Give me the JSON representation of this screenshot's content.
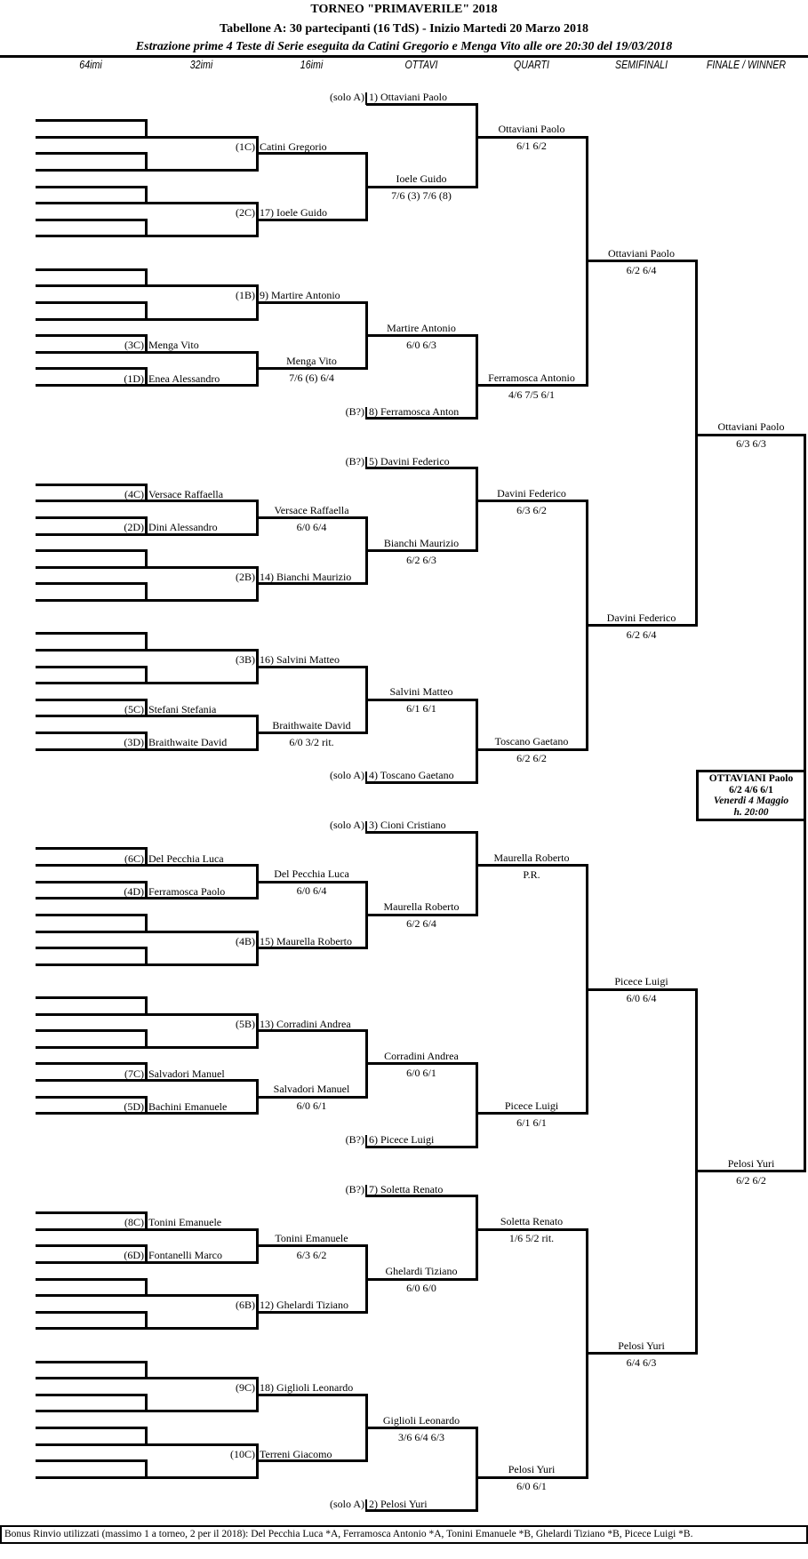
{
  "header": {
    "title": "TORNEO  \"PRIMAVERILE\"  2018",
    "subtitle": "Tabellone A: 30 partecipanti (16 TdS) - Inizio Martedi 20 Marzo 2018",
    "draw_note": "Estrazione prime 4 Teste di Serie eseguita da Catini Gregorio e Menga Vito alle ore 20:30 del 19/03/2018",
    "columns": [
      "64imi",
      "32imi",
      "16imi",
      "OTTAVI",
      "QUARTI",
      "SEMIFINALI",
      "FINALE / WINNER"
    ]
  },
  "quarters": [
    {
      "bye_top": {
        "seed": "(solo A)",
        "name": "1) Ottaviani Paolo"
      },
      "groups": [
        {
          "halves": [
            {
              "type": "full",
              "seed": "(1C)",
              "name": "Catini Gregorio"
            },
            {
              "type": "full",
              "seed": "(2C)",
              "name": "17) Ioele Guido"
            }
          ],
          "result": {
            "name": "Ioele Guido",
            "score": "7/6 (3)  7/6 (8)"
          }
        },
        {
          "halves": [
            {
              "type": "full",
              "seed": "(1B)",
              "name": "9) Martire Antonio"
            },
            {
              "type": "mixed",
              "entries": [
                {
                  "seed": "(3C)",
                  "name": "Menga Vito"
                },
                {
                  "seed": "(1D)",
                  "name": "Enea Alessandro"
                }
              ],
              "result": {
                "name": "Menga Vito",
                "score": "7/6 (6)  6/4"
              }
            }
          ],
          "result": {
            "name": "Martire Antonio",
            "score": "6/0  6/3"
          }
        }
      ],
      "bye_bottom": {
        "seed": "(B?)",
        "name": "8) Ferramosca Anton"
      },
      "quarti": [
        {
          "name": "Ottaviani Paolo",
          "score": "6/1  6/2"
        },
        {
          "name": "Ferramosca Antonio",
          "score": "4/6  7/5  6/1"
        }
      ],
      "semi": {
        "name": "Ottaviani Paolo",
        "score": "6/2  6/4"
      }
    },
    {
      "bye_top": {
        "seed": "(B?)",
        "name": "5) Davini Federico"
      },
      "groups": [
        {
          "halves": [
            {
              "type": "mixed",
              "entries": [
                {
                  "seed": "(4C)",
                  "name": "Versace Raffaella"
                },
                {
                  "seed": "(2D)",
                  "name": "Dini Alessandro"
                }
              ],
              "result": {
                "name": "Versace Raffaella",
                "score": "6/0  6/4"
              }
            },
            {
              "type": "full",
              "seed": "(2B)",
              "name": "14) Bianchi Maurizio"
            }
          ],
          "result": {
            "name": "Bianchi Maurizio",
            "score": "6/2  6/3"
          }
        },
        {
          "halves": [
            {
              "type": "full",
              "seed": "(3B)",
              "name": "16) Salvini Matteo"
            },
            {
              "type": "mixed",
              "entries": [
                {
                  "seed": "(5C)",
                  "name": "Stefani Stefania"
                },
                {
                  "seed": "(3D)",
                  "name": "Braithwaite David"
                }
              ],
              "result": {
                "name": "Braithwaite David",
                "score": "6/0  3/2 rit."
              }
            }
          ],
          "result": {
            "name": "Salvini Matteo",
            "score": "6/1  6/1"
          }
        }
      ],
      "bye_bottom": {
        "seed": "(solo A)",
        "name": "4) Toscano Gaetano"
      },
      "quarti": [
        {
          "name": "Davini Federico",
          "score": "6/3  6/2"
        },
        {
          "name": "Toscano Gaetano",
          "score": "6/2  6/2"
        }
      ],
      "semi": {
        "name": "Davini Federico",
        "score": "6/2  6/4"
      }
    },
    {
      "bye_top": {
        "seed": "(solo A)",
        "name": "3) Cioni Cristiano"
      },
      "groups": [
        {
          "halves": [
            {
              "type": "mixed",
              "entries": [
                {
                  "seed": "(6C)",
                  "name": "Del Pecchia Luca"
                },
                {
                  "seed": "(4D)",
                  "name": "Ferramosca Paolo"
                }
              ],
              "result": {
                "name": "Del Pecchia Luca",
                "score": "6/0  6/4"
              }
            },
            {
              "type": "full",
              "seed": "(4B)",
              "name": "15) Maurella Roberto"
            }
          ],
          "result": {
            "name": "Maurella Roberto",
            "score": "6/2  6/4"
          }
        },
        {
          "halves": [
            {
              "type": "full",
              "seed": "(5B)",
              "name": "13) Corradini Andrea"
            },
            {
              "type": "mixed",
              "entries": [
                {
                  "seed": "(7C)",
                  "name": "Salvadori Manuel"
                },
                {
                  "seed": "(5D)",
                  "name": "Bachini Emanuele"
                }
              ],
              "result": {
                "name": "Salvadori Manuel",
                "score": "6/0  6/1"
              }
            }
          ],
          "result": {
            "name": "Corradini Andrea",
            "score": "6/0  6/1"
          }
        }
      ],
      "bye_bottom": {
        "seed": "(B?)",
        "name": "6) Picece Luigi"
      },
      "quarti": [
        {
          "name": "Maurella Roberto",
          "score": "P.R."
        },
        {
          "name": "Picece Luigi",
          "score": "6/1  6/1"
        }
      ],
      "semi": {
        "name": "Picece Luigi",
        "score": "6/0  6/4"
      }
    },
    {
      "bye_top": {
        "seed": "(B?)",
        "name": "7) Soletta Renato"
      },
      "groups": [
        {
          "halves": [
            {
              "type": "mixed",
              "entries": [
                {
                  "seed": "(8C)",
                  "name": "Tonini Emanuele"
                },
                {
                  "seed": "(6D)",
                  "name": "Fontanelli Marco"
                }
              ],
              "result": {
                "name": "Tonini Emanuele",
                "score": "6/3  6/2"
              }
            },
            {
              "type": "full",
              "seed": "(6B)",
              "name": "12) Ghelardi Tiziano"
            }
          ],
          "result": {
            "name": "Ghelardi Tiziano",
            "score": "6/0  6/0"
          }
        },
        {
          "halves": [
            {
              "type": "full",
              "seed": "(9C)",
              "name": "18) Giglioli Leonardo"
            },
            {
              "type": "full",
              "seed": "(10C)",
              "name": "Terreni Giacomo"
            }
          ],
          "result": {
            "name": "Giglioli Leonardo",
            "score": "3/6  6/4  6/3"
          }
        }
      ],
      "bye_bottom": {
        "seed": "(solo A)",
        "name": "2) Pelosi Yuri"
      },
      "quarti": [
        {
          "name": "Soletta Renato",
          "score": "1/6  5/2 rit."
        },
        {
          "name": "Pelosi Yuri",
          "score": "6/0  6/1"
        }
      ],
      "semi": {
        "name": "Pelosi Yuri",
        "score": "6/4  6/3"
      }
    }
  ],
  "final": [
    {
      "name": "Ottaviani Paolo",
      "score": "6/3  6/3"
    },
    {
      "name": "Pelosi Yuri",
      "score": "6/2  6/2"
    }
  ],
  "winner": {
    "name": "OTTAVIANI  Paolo",
    "score": "6/2  4/6  6/1",
    "date": "Venerdi 4 Maggio",
    "time": "h. 20:00"
  },
  "footer": "Bonus Rinvio utilizzati (massimo 1 a torneo, 2 per il 2018): Del Pecchia Luca *A, Ferramosca Antonio *A, Tonini Emanuele *B, Ghelardi Tiziano *B, Picece Luigi *B."
}
